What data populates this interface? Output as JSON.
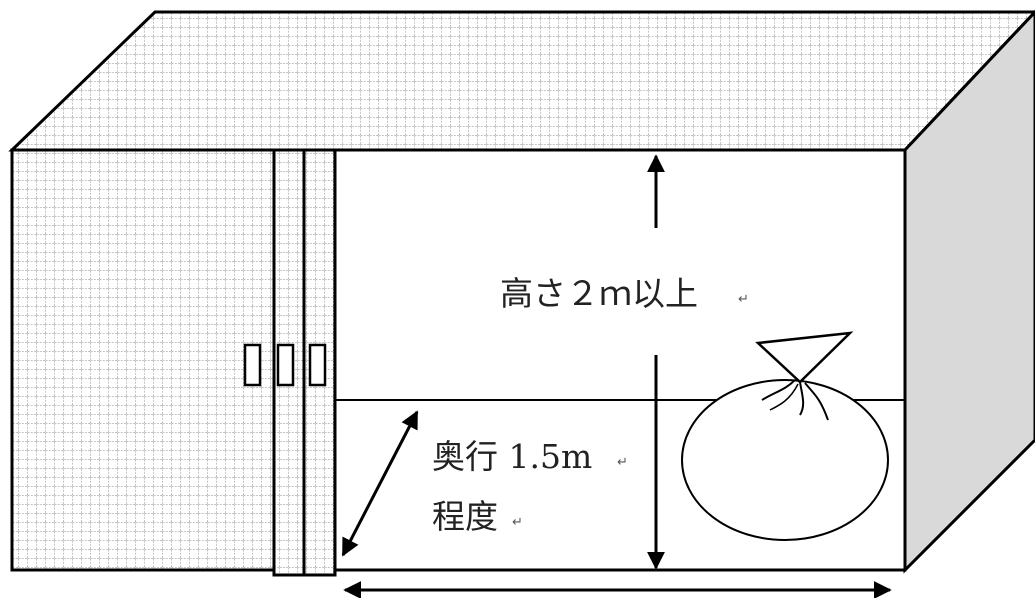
{
  "labels": {
    "height": "高さ２ｍ以上",
    "depth_line1": "奥行 1.5m",
    "depth_line2": "程度"
  },
  "paragraph_mark": "↵",
  "colors": {
    "outline": "#000000",
    "side_face": "#d9d9d9",
    "grid_line": "#8a8a8a",
    "background": "#ffffff"
  }
}
